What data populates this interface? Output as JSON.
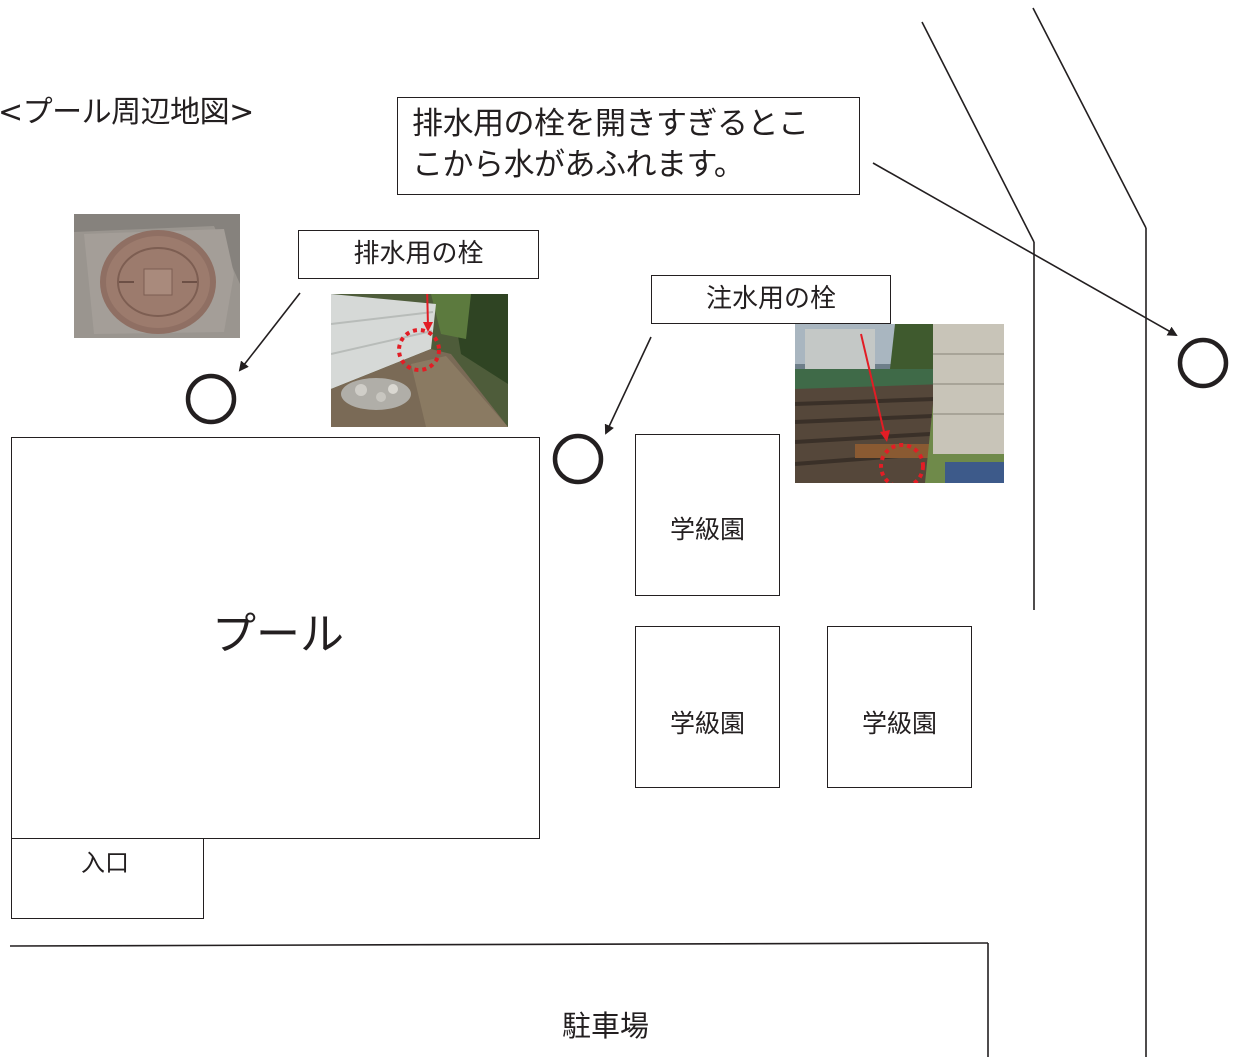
{
  "map_title": "<プール周辺地図>",
  "callouts": {
    "overflow_note_line1": "排水用の栓を開きすぎるとこ",
    "overflow_note_line2": "こから水があふれます。",
    "drain_valve": "排水用の栓",
    "fill_valve": "注水用の栓"
  },
  "areas": {
    "pool": "プール",
    "entrance": "入口",
    "class_garden_1": "学級園",
    "class_garden_2": "学級園",
    "class_garden_3": "学級園",
    "parking": "駐車場"
  },
  "colors": {
    "line": "#231f20",
    "marker_red": "#e21d25"
  }
}
